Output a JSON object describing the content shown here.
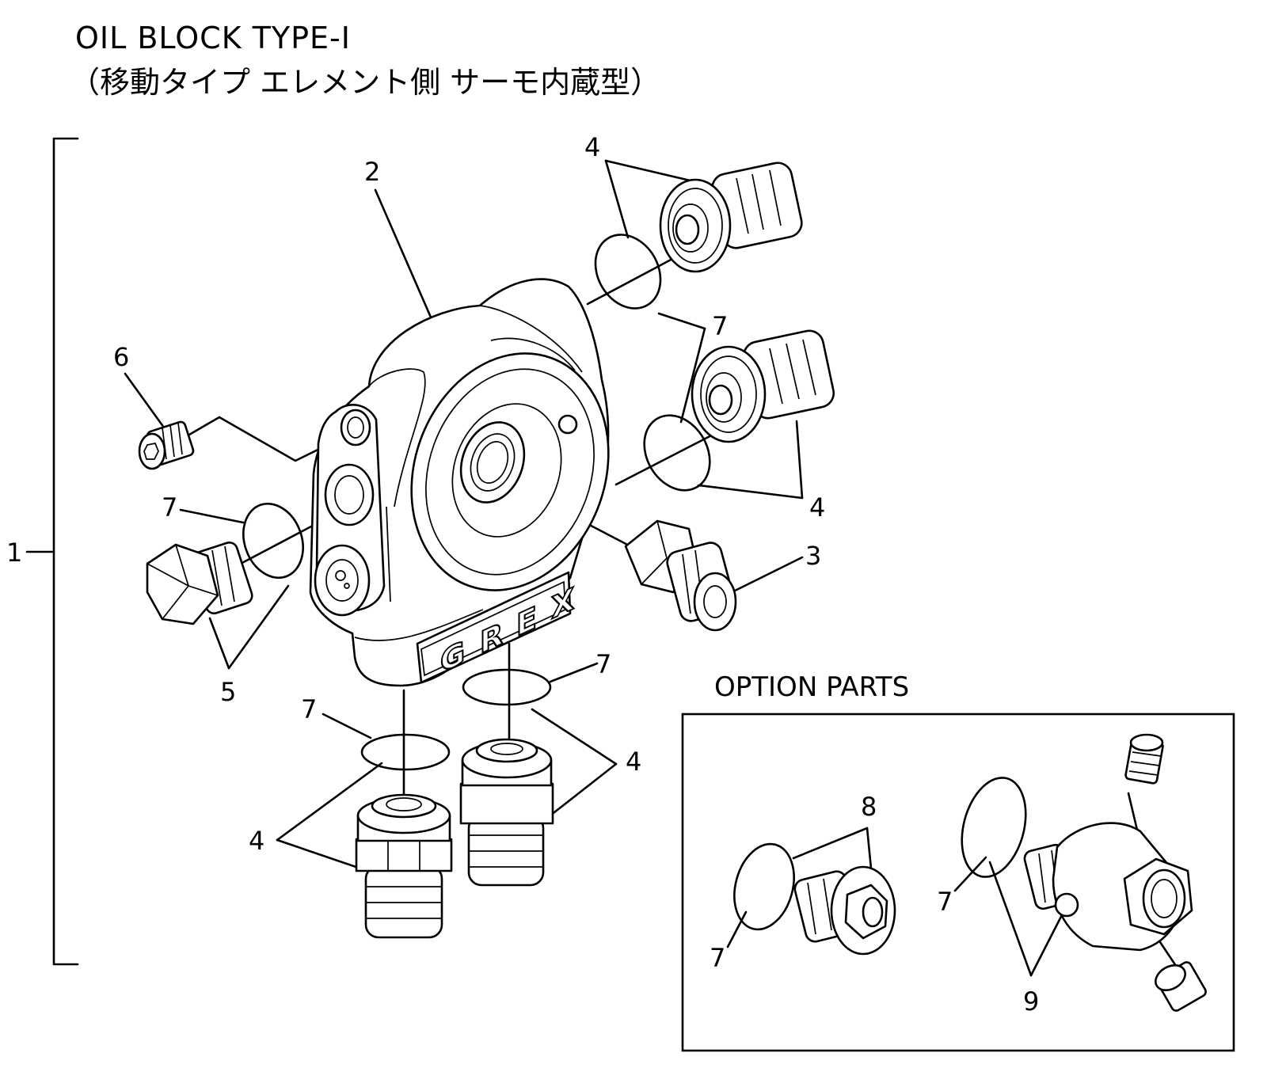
{
  "title_line1": "OIL BLOCK TYPE-I",
  "title_line2": "（移動タイプ エレメント側 サーモ内蔵型）",
  "option_title": "OPTION PARTS",
  "brand_letters": [
    "G",
    "R",
    "E",
    "X"
  ],
  "labels": {
    "assembly": "1",
    "block": "2",
    "center_bolt": "3",
    "fitting": "4",
    "plug_hex": "5",
    "plug_socket": "6",
    "o_ring": "7",
    "option_plug": "8",
    "option_sensor": "9"
  }
}
